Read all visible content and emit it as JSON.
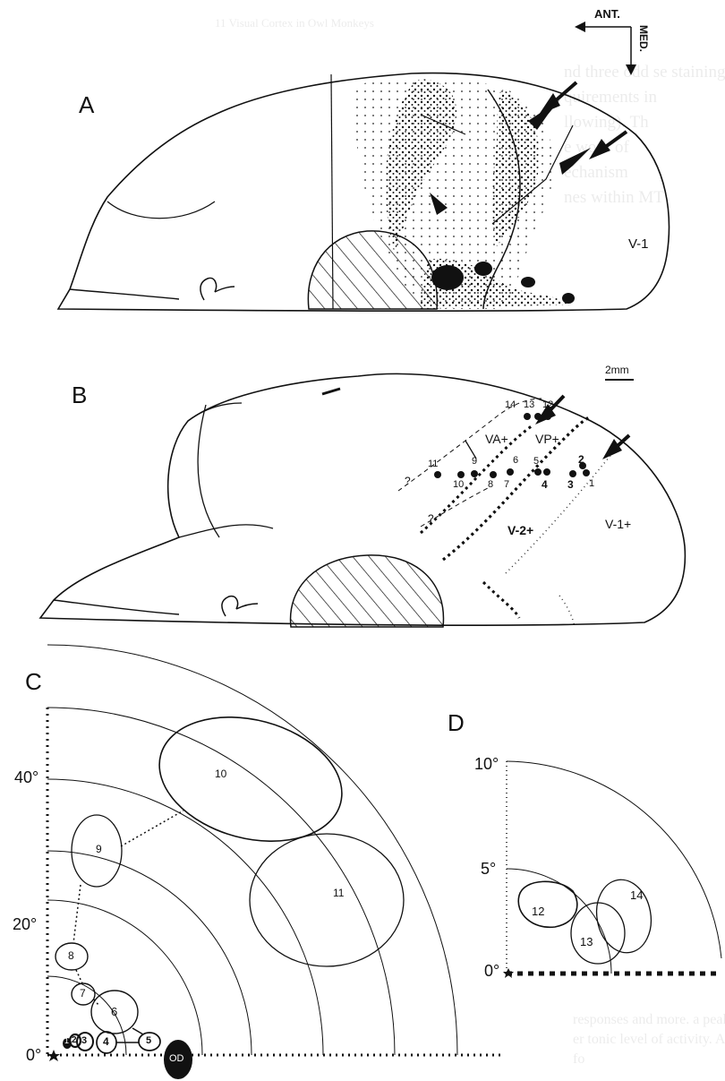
{
  "page": {
    "running_head": "11  Visual Cortex in Owl Monkeys",
    "bleed_lines": [
      "nd three odd se staining",
      "quirements in",
      "llowing). Th",
      "e work of",
      "echanism",
      "nes within MT"
    ],
    "bleed_bottom": [
      "responses and more. a peak of re",
      "er tonic level of activity. Area",
      "fo"
    ]
  },
  "orientation": {
    "ant": "ANT.",
    "med": "MED."
  },
  "panel_a": {
    "letter": "A",
    "v1_label": "V-1"
  },
  "panel_b": {
    "letter": "B",
    "scale_bar": "2mm",
    "area_labels": {
      "va": "VA+",
      "vp": "VP+",
      "v2": "V-2+",
      "v1": "V-1+"
    },
    "question_marks": [
      "?",
      "?"
    ],
    "site_numbers": [
      "1",
      "2",
      "3",
      "4",
      "5",
      "6",
      "7",
      "8",
      "9",
      "10",
      "11",
      "12",
      "13",
      "14"
    ]
  },
  "panel_c": {
    "letter": "C",
    "axis_ticks": [
      "40°",
      "20°",
      "0°"
    ],
    "od_label": "OD",
    "field_numbers": [
      "1",
      "2",
      "3",
      "4",
      "5",
      "6",
      "7",
      "8",
      "9",
      "10",
      "11"
    ]
  },
  "panel_d": {
    "letter": "D",
    "axis_ticks": [
      "10°",
      "5°",
      "0°"
    ],
    "field_numbers": [
      "12",
      "13",
      "14"
    ]
  }
}
